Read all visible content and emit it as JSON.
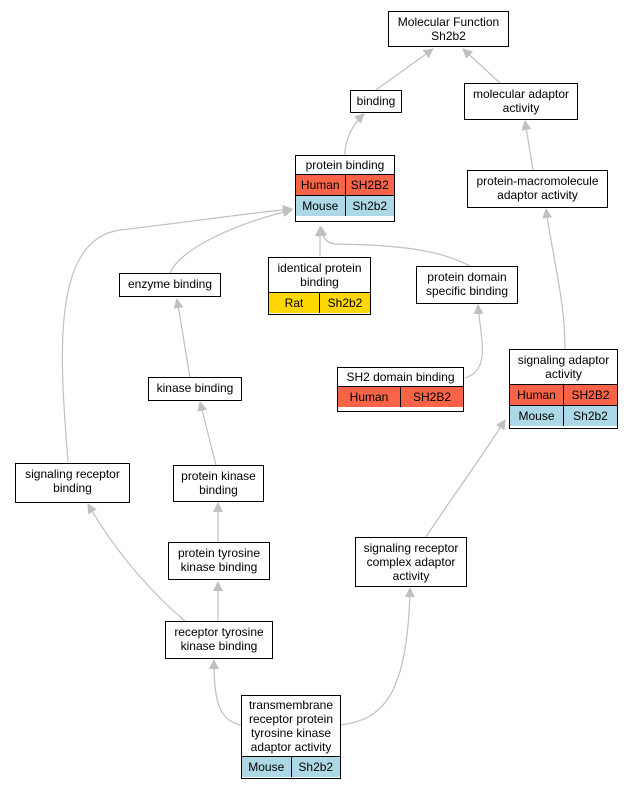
{
  "nodes": {
    "mf": {
      "lines": [
        "Molecular Function",
        "Sh2b2"
      ]
    },
    "binding": {
      "lines": [
        "binding"
      ]
    },
    "mol_adaptor": {
      "lines": [
        "molecular adaptor",
        "activity"
      ]
    },
    "protein_binding": {
      "lines": [
        "protein binding"
      ],
      "rows": [
        {
          "species": "Human",
          "gene": "SH2B2",
          "color": "#f96449"
        },
        {
          "species": "Mouse",
          "gene": "Sh2b2",
          "color": "#add8e6"
        }
      ]
    },
    "pm_adaptor": {
      "lines": [
        "protein-macromolecule",
        "adaptor activity"
      ]
    },
    "identical": {
      "lines": [
        "identical protein",
        "binding"
      ],
      "rows": [
        {
          "species": "Rat",
          "gene": "Sh2b2",
          "color": "#ffd700"
        }
      ]
    },
    "enzyme": {
      "lines": [
        "enzyme binding"
      ]
    },
    "domain_specific": {
      "lines": [
        "protein domain",
        "specific binding"
      ]
    },
    "sh2": {
      "lines": [
        "SH2 domain binding"
      ],
      "rows": [
        {
          "species": "Human",
          "gene": "SH2B2",
          "color": "#f96449"
        }
      ]
    },
    "signaling_adaptor": {
      "lines": [
        "signaling adaptor",
        "activity"
      ],
      "rows": [
        {
          "species": "Human",
          "gene": "SH2B2",
          "color": "#f96449"
        },
        {
          "species": "Mouse",
          "gene": "Sh2b2",
          "color": "#add8e6"
        }
      ]
    },
    "kinase": {
      "lines": [
        "kinase binding"
      ]
    },
    "sig_receptor": {
      "lines": [
        "signaling receptor",
        "binding"
      ]
    },
    "protein_kinase": {
      "lines": [
        "protein kinase",
        "binding"
      ]
    },
    "ptk": {
      "lines": [
        "protein tyrosine",
        "kinase binding"
      ]
    },
    "src_adaptor": {
      "lines": [
        "signaling receptor",
        "complex adaptor",
        "activity"
      ]
    },
    "rtk": {
      "lines": [
        "receptor tyrosine",
        "kinase binding"
      ]
    },
    "tm_rtk": {
      "lines": [
        "transmembrane",
        "receptor protein",
        "tyrosine kinase",
        "adaptor activity"
      ],
      "rows": [
        {
          "species": "Mouse",
          "gene": "Sh2b2",
          "color": "#add8e6"
        }
      ]
    }
  },
  "edge_color": "#c0c0c0"
}
